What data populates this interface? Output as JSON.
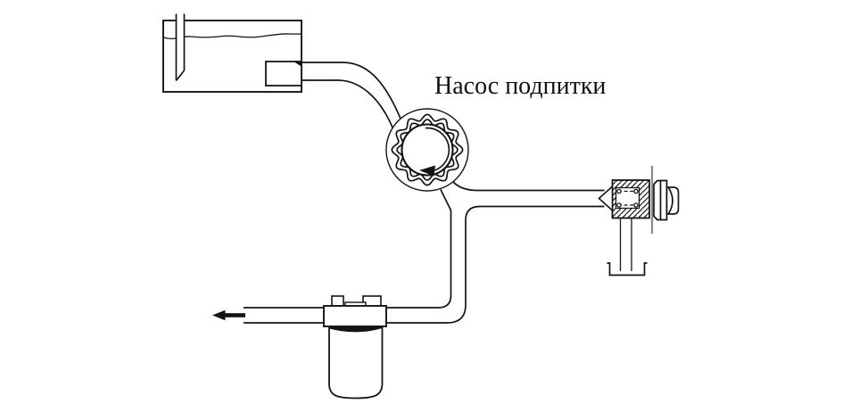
{
  "diagram": {
    "background_color": "#ffffff",
    "line_color": "#141414",
    "plate_line_color": "#8a8a8a",
    "labels": {
      "pump": "Насос подпитки"
    },
    "arrows": {
      "pump_rotation": "clockwise",
      "flow_direction": "left"
    },
    "components": [
      {
        "name": "reservoir-tank"
      },
      {
        "name": "fluid-level-wave"
      },
      {
        "name": "return-pipe"
      },
      {
        "name": "suction-outlet-port"
      },
      {
        "name": "suction-pipe"
      },
      {
        "name": "makeup-pump"
      },
      {
        "name": "pump-rotation-arrow"
      },
      {
        "name": "pressure-pipe"
      },
      {
        "name": "relief-valve"
      },
      {
        "name": "valve-poppet"
      },
      {
        "name": "mounting-plate"
      },
      {
        "name": "hex-nut"
      },
      {
        "name": "drain-pipe"
      },
      {
        "name": "drain-container"
      },
      {
        "name": "filter"
      },
      {
        "name": "flow-direction-arrow"
      }
    ]
  }
}
